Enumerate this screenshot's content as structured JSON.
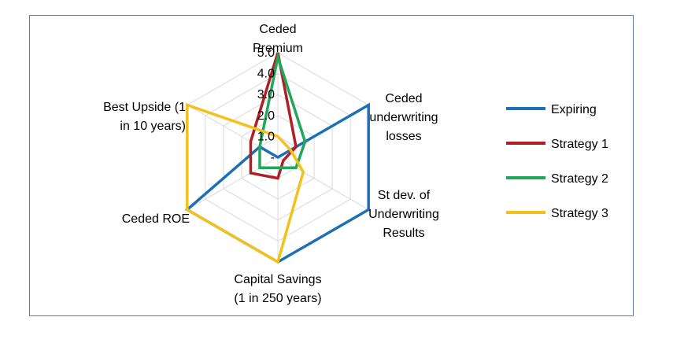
{
  "chart_data": {
    "type": "radar",
    "categories": [
      "Ceded Premium",
      "Ceded underwriting losses",
      "St dev. of Underwriting Results",
      "Capital Savings (1 in 250 years)",
      "Ceded ROE",
      "Best Upside (1 in 10 years)"
    ],
    "category_lines": [
      [
        "Ceded",
        "Premium"
      ],
      [
        "Ceded",
        "underwriting",
        "losses"
      ],
      [
        "St dev. of",
        "Underwriting",
        "Results"
      ],
      [
        "Capital Savings",
        "(1 in 250 years)"
      ],
      [
        "Ceded ROE"
      ],
      [
        "Best Upside (1",
        "in 10 years)"
      ]
    ],
    "rlim": [
      0,
      5
    ],
    "ticks": [
      "-",
      "1.0",
      "2.0",
      "3.0",
      "4.0",
      "5.0"
    ],
    "grid": true,
    "legend_position": "right",
    "series": [
      {
        "name": "Expiring",
        "color": "#1f6fb4",
        "values": [
          0.0,
          5.0,
          5.0,
          5.0,
          5.0,
          1.0
        ]
      },
      {
        "name": "Strategy 1",
        "color": "#b01f24",
        "values": [
          5.0,
          1.0,
          0.3,
          1.0,
          1.5,
          1.5
        ]
      },
      {
        "name": "Strategy 2",
        "color": "#1fa85b",
        "values": [
          4.8,
          1.5,
          1.0,
          0.5,
          1.0,
          1.0
        ]
      },
      {
        "name": "Strategy 3",
        "color": "#f2c21b",
        "values": [
          1.0,
          0.7,
          1.4,
          5.0,
          5.0,
          5.0
        ]
      }
    ]
  }
}
